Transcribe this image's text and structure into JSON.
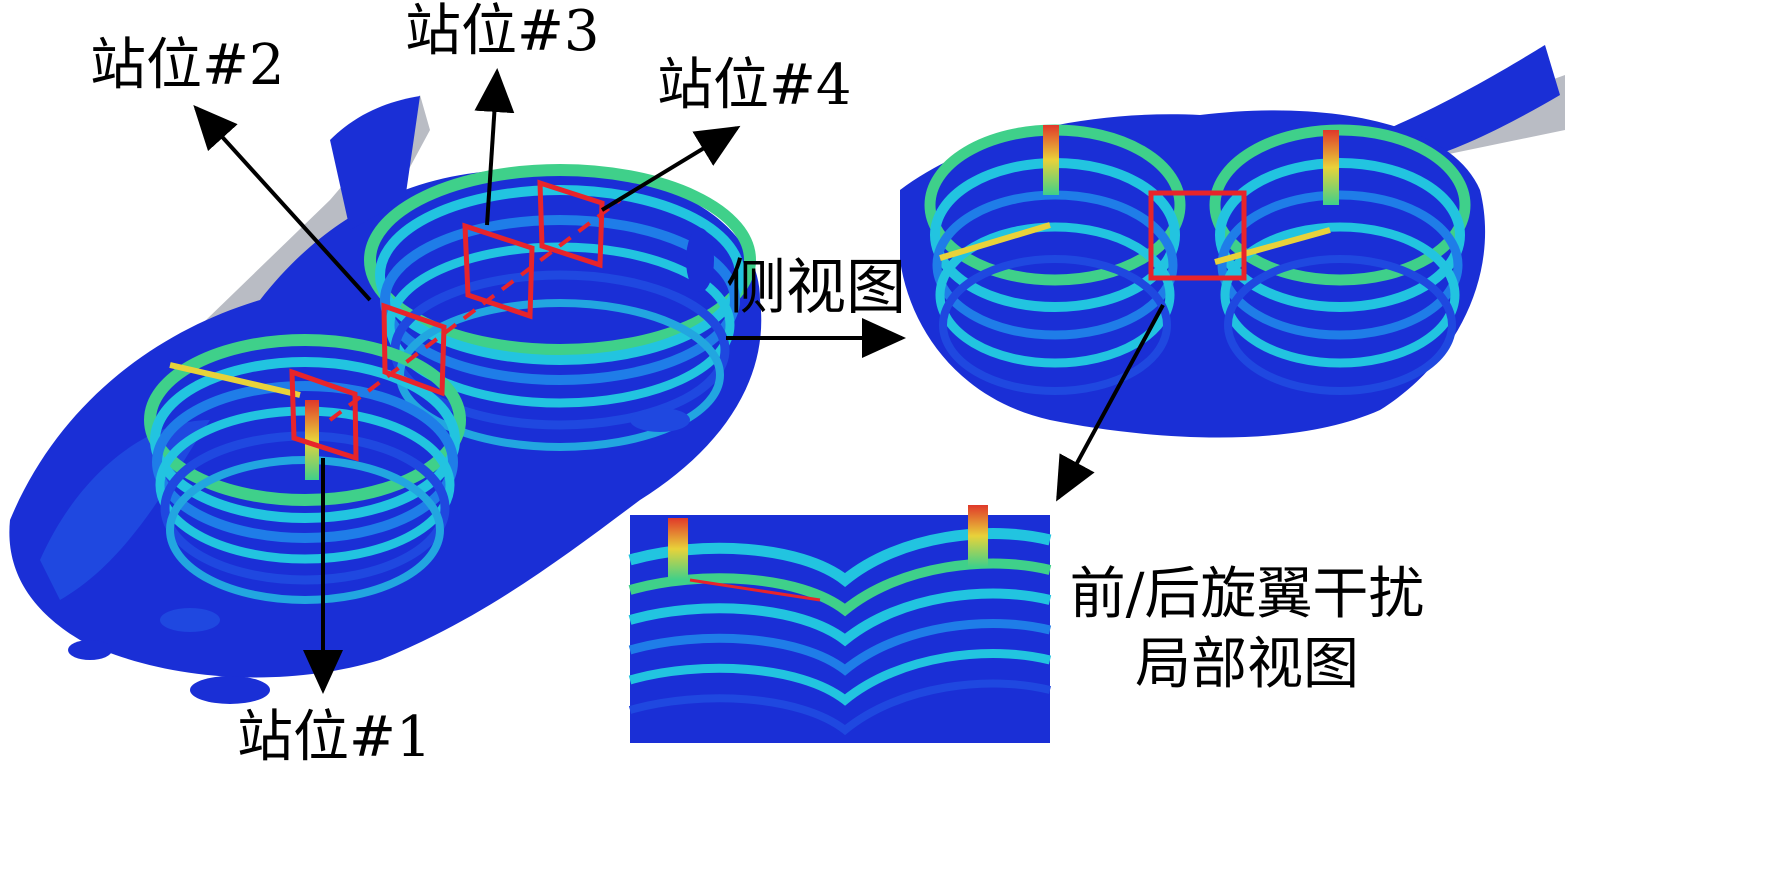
{
  "labels": {
    "station1": "站位#1",
    "station2": "站位#2",
    "station3": "站位#3",
    "station4": "站位#4",
    "side_view": "侧视图",
    "interference_line1": "前/后旋翼干扰",
    "interference_line2": "局部视图"
  },
  "colors": {
    "vortex_deep": "#1a2fd6",
    "vortex_mid": "#1f7de8",
    "vortex_cyan": "#22c4e0",
    "vortex_green": "#3fd08a",
    "vortex_yellow": "#e8d23a",
    "highlight_box": "#e8242a",
    "fuselage": "#b9bcc4",
    "arrow": "#000000"
  }
}
